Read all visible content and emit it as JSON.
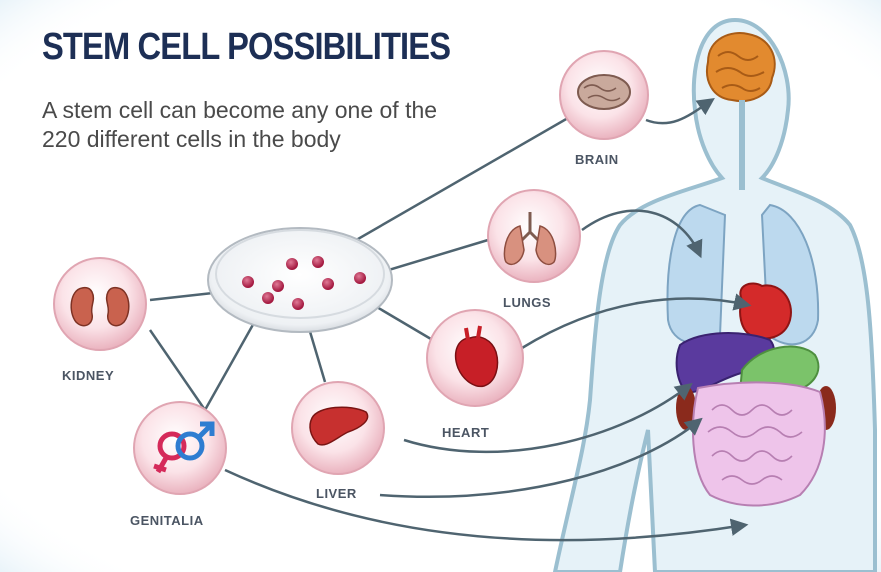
{
  "diagram": {
    "title": "STEM CELL POSSIBILITIES",
    "subtitle": "A stem cell can become any one of the 220 different cells in the body",
    "organs": {
      "brain": "BRAIN",
      "lungs": "LUNGS",
      "heart": "HEART",
      "kidney": "KIDNEY",
      "liver": "LIVER",
      "genitalia": "GENITALIA"
    },
    "colors": {
      "title": "#1d2f55",
      "cell_dot": "#b0214f",
      "organ_circle": "#f6d3da",
      "body_outline": "#9bbfd0",
      "lungs": "#bcd9ee",
      "heart": "#d42a2a",
      "liver": "#5a3a9e",
      "stomach": "#7bc36a",
      "intestine": "#eec4ea",
      "brain": "#e28a2f"
    }
  }
}
